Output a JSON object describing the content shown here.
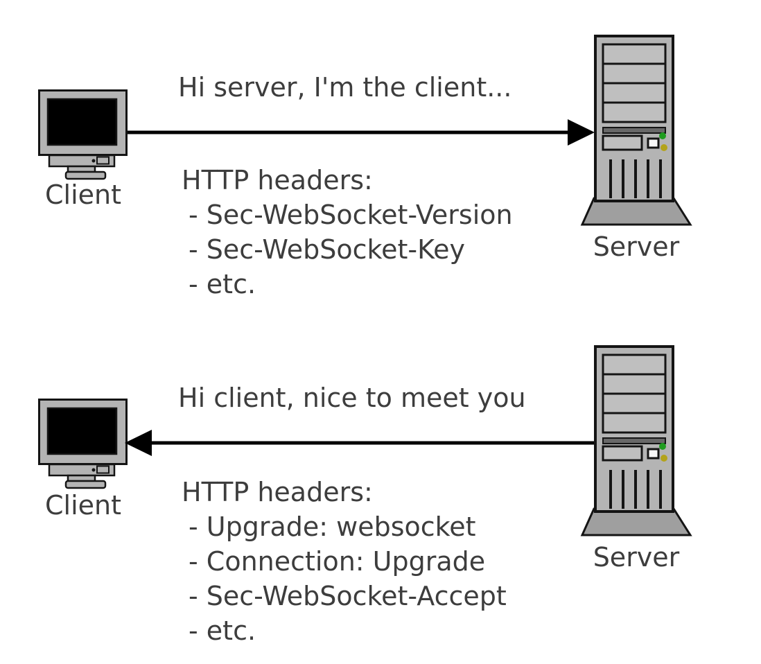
{
  "colors": {
    "background": "#ffffff",
    "text": "#3d3d3d",
    "outline": "#141414",
    "device_body": "#b4b4b4",
    "device_panel": "#bfbfbf",
    "screen": "#000000",
    "base": "#9f9f9f",
    "dark_strip": "#686868",
    "drive_button": "#f8f8f8",
    "led_green": "#1f9c1f",
    "led_yellow": "#b3a31a",
    "arrow": "#000000"
  },
  "request": {
    "direction": "client-to-server",
    "client_label": "Client",
    "server_label": "Server",
    "message": "Hi server, I'm the client...",
    "headers_title": "HTTP headers:",
    "headers": [
      "- Sec-WebSocket-Version",
      "- Sec-WebSocket-Key",
      "- etc."
    ]
  },
  "response": {
    "direction": "server-to-client",
    "client_label": "Client",
    "server_label": "Server",
    "message": "Hi client, nice to meet you",
    "headers_title": "HTTP headers:",
    "headers": [
      "- Upgrade: websocket",
      "- Connection: Upgrade",
      "- Sec-WebSocket-Accept",
      "- etc."
    ]
  }
}
